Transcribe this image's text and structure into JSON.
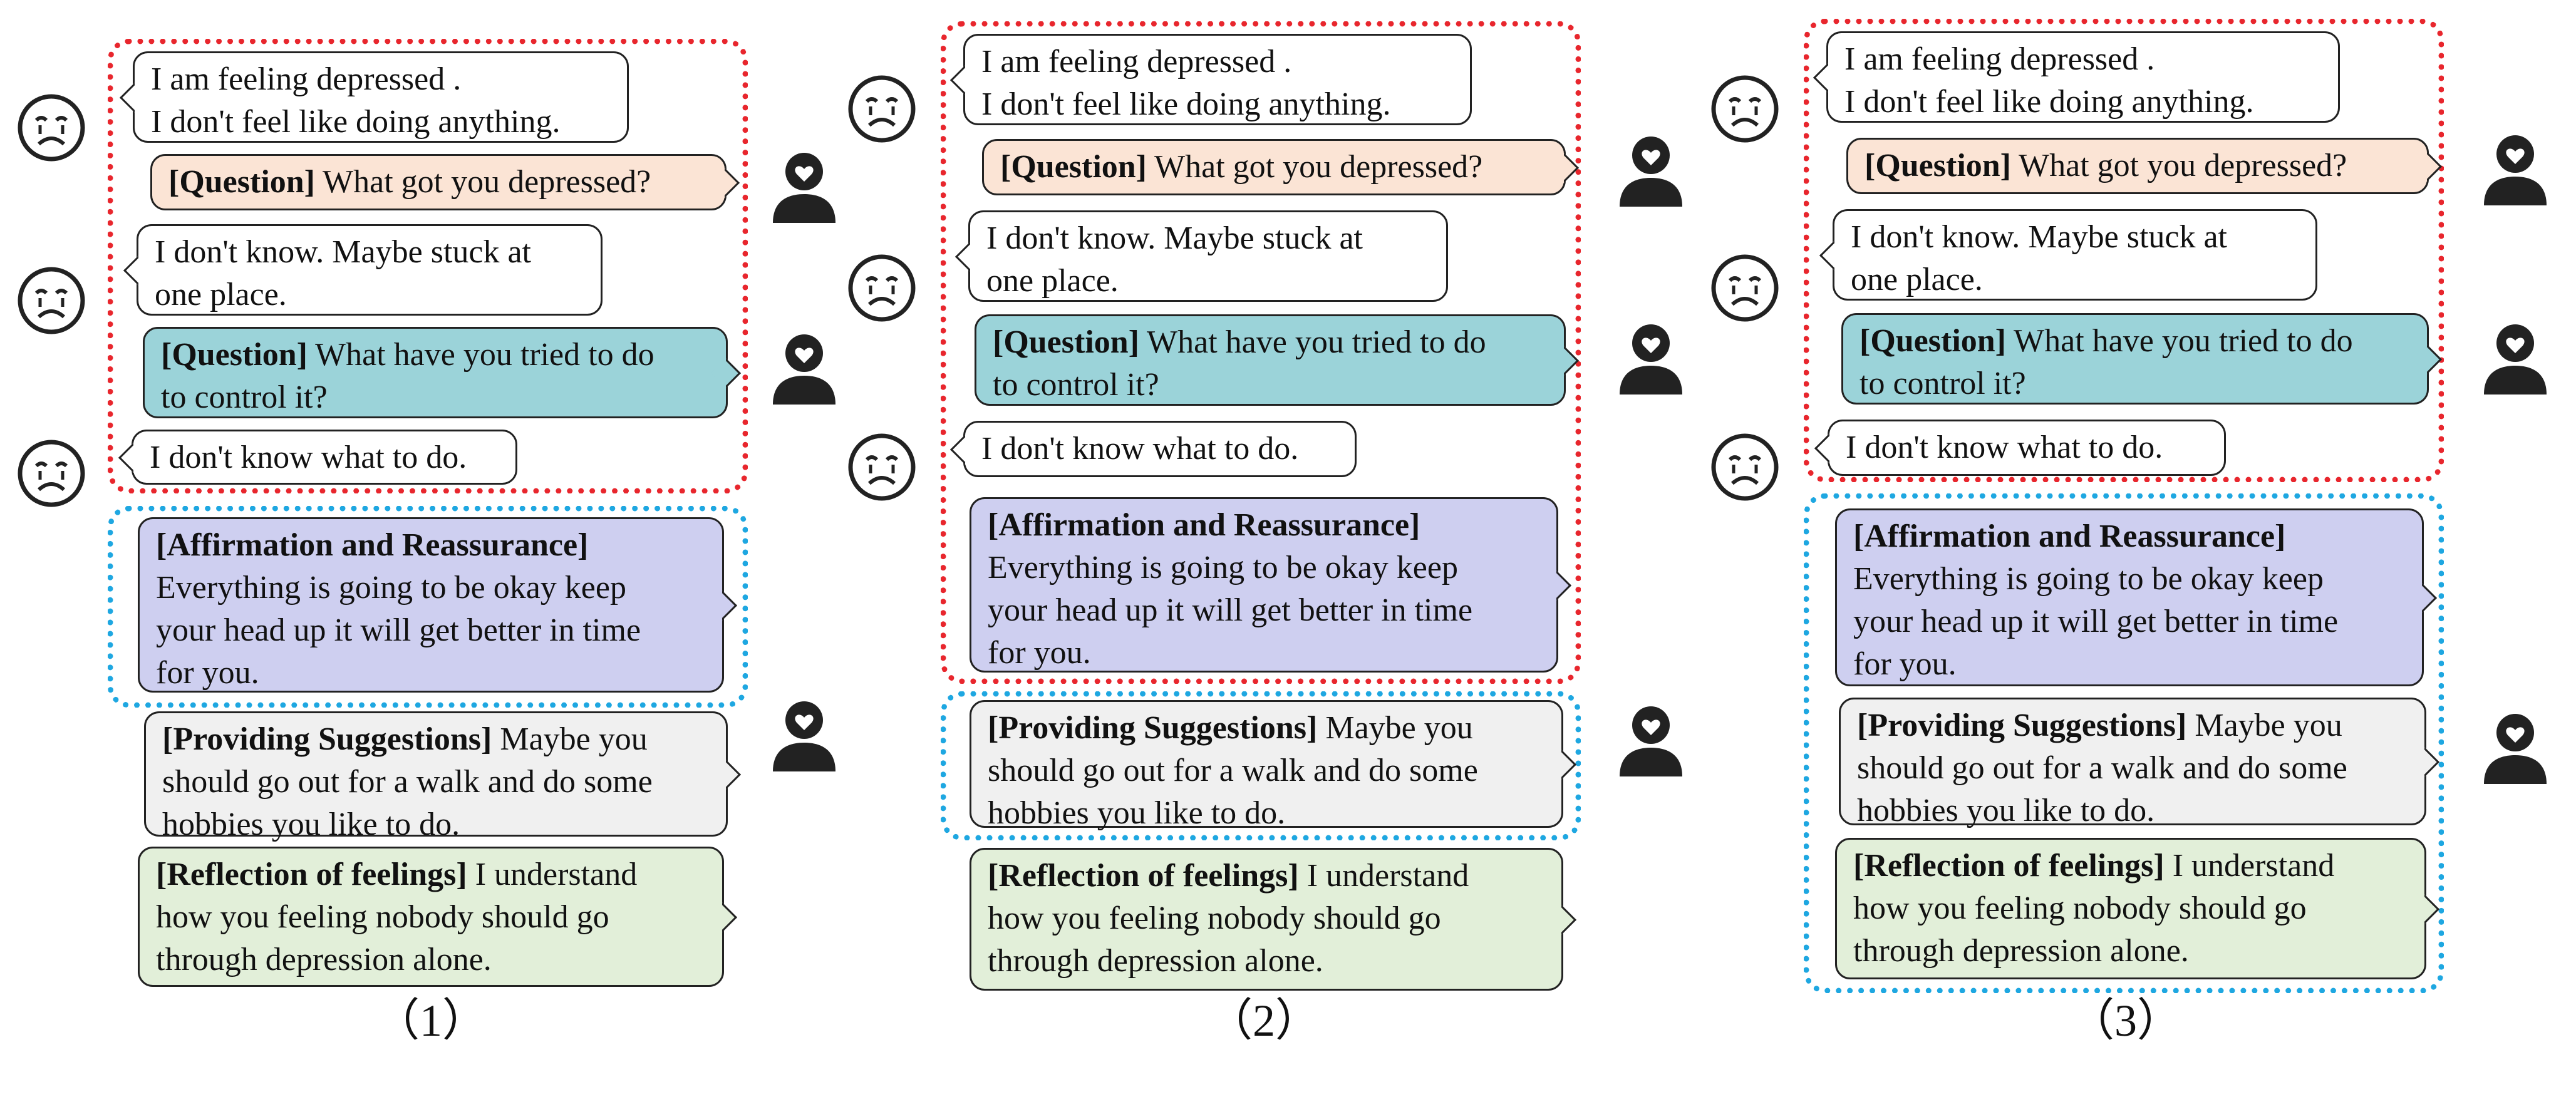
{
  "panels": [
    {
      "caption": "（1）",
      "bubbles": {
        "u1_line1": "I am feeling  depressed .",
        "u1_line2": "I don't feel like doing anything.",
        "q1_tag": "[Question]",
        "q1_text": " What got you depressed?",
        "u2_line1": "I don't know. Maybe stuck at",
        "u2_line2": "one place.",
        "q2_tag": "[Question]",
        "q2_text": " What have you tried to do",
        "q2_line2": "to control it?",
        "u3": "I don't know what to do.",
        "aff_tag": "[Affirmation and Reassurance]",
        "aff_line1": "Everything is going to be okay keep",
        "aff_line2": "your head up it will get better in time",
        "aff_line3": "for you.",
        "sug_tag": "[Providing Suggestions]",
        "sug_text": " Maybe you",
        "sug_line2": "should go out for a walk and do some",
        "sug_line3": "hobbies you like to do.",
        "ref_tag": "[Reflection of feelings]",
        "ref_text": " I understand",
        "ref_line2": "how you feeling nobody should go",
        "ref_line3": "through depression alone."
      }
    },
    {
      "caption": "（2）",
      "bubbles": {
        "u1_line1": "I am feeling  depressed .",
        "u1_line2": "I don't feel like doing anything.",
        "q1_tag": "[Question]",
        "q1_text": " What got you depressed?",
        "u2_line1": "I don't know. Maybe stuck at",
        "u2_line2": "one place.",
        "q2_tag": "[Question]",
        "q2_text": " What have you tried to do",
        "q2_line2": "to control it?",
        "u3": "I don't know what to do.",
        "aff_tag": "[Affirmation and Reassurance]",
        "aff_line1": "Everything is going to be okay keep",
        "aff_line2": "your head up it will get better in time",
        "aff_line3": "for you.",
        "sug_tag": "[Providing Suggestions]",
        "sug_text": " Maybe you",
        "sug_line2": "should go out for a walk and do some",
        "sug_line3": "hobbies you like to do.",
        "ref_tag": "[Reflection of feelings]",
        "ref_text": " I understand",
        "ref_line2": "how you feeling nobody should go",
        "ref_line3": "through depression alone."
      }
    },
    {
      "caption": "（3）",
      "bubbles": {
        "u1_line1": "I am feeling  depressed .",
        "u1_line2": "I don't feel like doing anything.",
        "q1_tag": "[Question]",
        "q1_text": " What got you depressed?",
        "u2_line1": "I don't know. Maybe stuck at",
        "u2_line2": "one place.",
        "q2_tag": "[Question]",
        "q2_text": " What have you tried to do",
        "q2_line2": "to control it?",
        "u3": "I don't know what to do.",
        "aff_tag": "[Affirmation and Reassurance]",
        "aff_line1": "Everything is going to be okay keep",
        "aff_line2": "your head up it will get better in time",
        "aff_line3": "for you.",
        "sug_tag": "[Providing Suggestions]",
        "sug_text": " Maybe you",
        "sug_line2": "should go out for a walk and do some",
        "sug_line3": "hobbies you like to do.",
        "ref_tag": "[Reflection of feelings]",
        "ref_text": " I understand",
        "ref_line2": "how you feeling nobody should go",
        "ref_line3": "through depression alone."
      }
    }
  ],
  "colors": {
    "question_1": "#fbe4d5",
    "question_2": "#9bd3d9",
    "affirmation": "#cecff0",
    "suggestion": "#f0f0f0",
    "reflection": "#e2efd9",
    "context_box": "#e8262d",
    "response_box": "#1ea7e1"
  },
  "icons": {
    "seeker": "sad-face-icon",
    "supporter": "person-heart-icon"
  }
}
